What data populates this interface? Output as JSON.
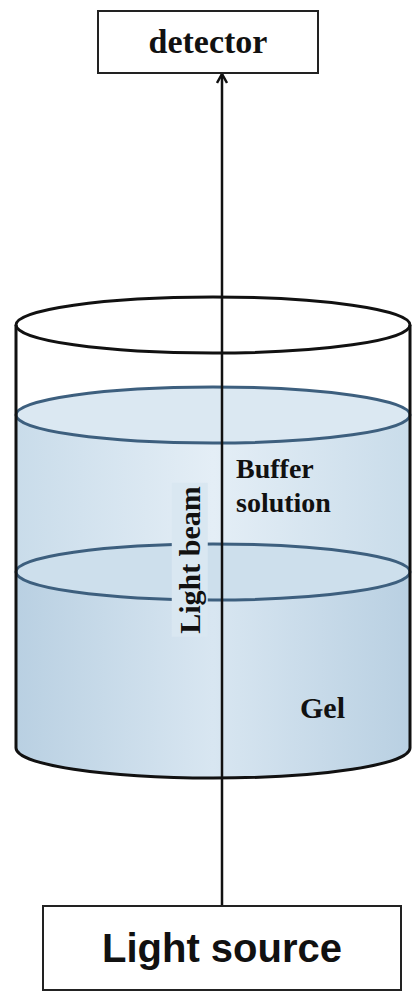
{
  "diagram": {
    "nodes": [
      {
        "text": [
          "detector"
        ]
      },
      {
        "text": [
          "Light source"
        ]
      }
    ],
    "edges": [
      {
        "from": 1,
        "to": 0,
        "arrow": "to"
      }
    ],
    "labels": [
      "Light beam",
      "Buffer solution",
      "Gel"
    ]
  }
}
